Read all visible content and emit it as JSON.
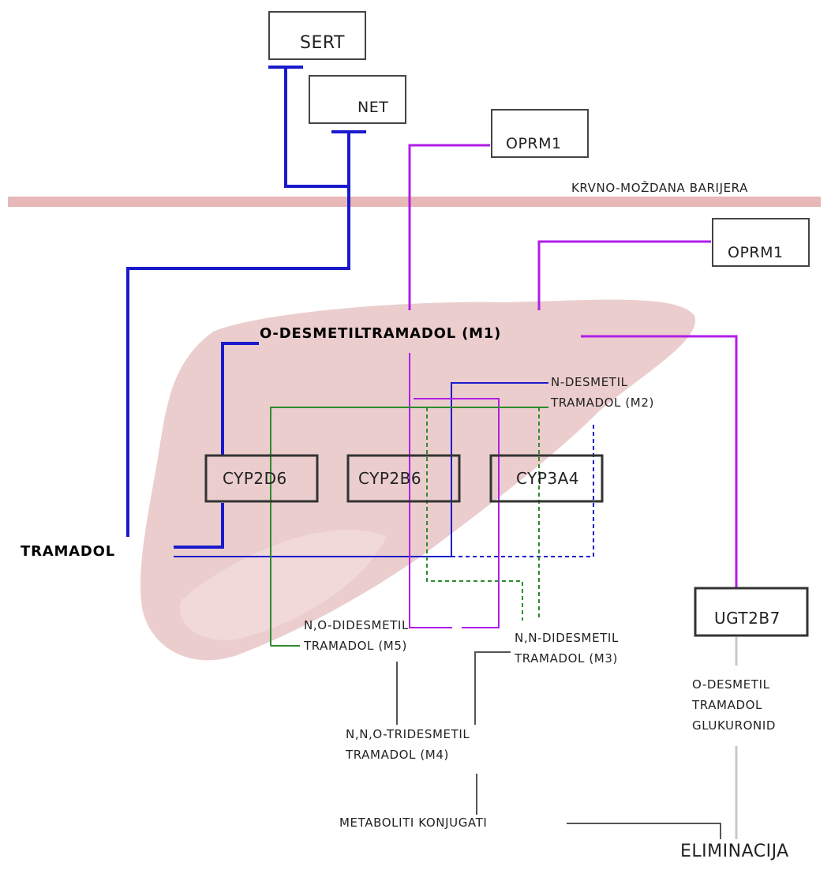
{
  "colors": {
    "blue": "#1a1acc",
    "violet": "#b01ee8",
    "green": "#2e8b2e",
    "gray": "#555555",
    "lightgray": "#c8c8c8",
    "liver": "#e8c4c4",
    "barrier": "#e8b8b8"
  },
  "receptors": {
    "sert": "SERT",
    "net": "NET",
    "oprm1_brain": "OPRM1",
    "oprm1_periphery": "OPRM1"
  },
  "barrier_label": "KRVNO-MOŽDANA BARIJERA",
  "compounds": {
    "tramadol": "TRAMADOL",
    "m1": "O-DESMETILTRAMADOL (M1)",
    "m2_line1": "N-DESMETIL",
    "m2_line2": "TRAMADOL (M2)",
    "m5_line1": "N,O-DIDESMETIL",
    "m5_line2": "TRAMADOL (M5)",
    "m3_line1": "N,N-DIDESMETIL",
    "m3_line2": "TRAMADOL (M3)",
    "m4_line1": "N,N,O-TRIDESMETIL",
    "m4_line2": "TRAMADOL (M4)",
    "glucuronide_line1": "O-DESMETIL",
    "glucuronide_line2": "TRAMADOL",
    "glucuronide_line3": "GLUKURONID",
    "conjugates": "METABOLITI KONJUGATI",
    "elimination": "ELIMINACIJA"
  },
  "enzymes": {
    "cyp2d6": "CYP2D6",
    "cyp2b6": "CYP2B6",
    "cyp3a4": "CYP3A4",
    "ugt2b7": "UGT2B7"
  }
}
